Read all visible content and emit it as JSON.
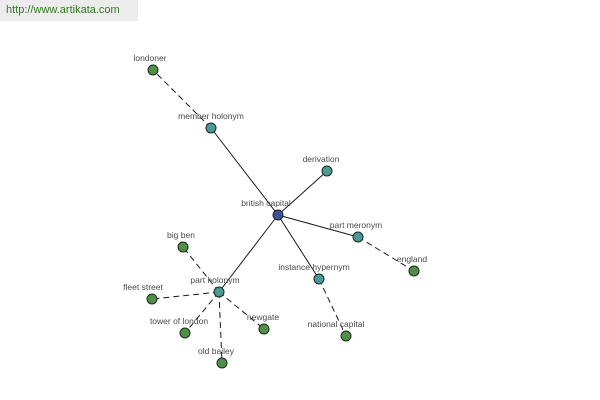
{
  "header": {
    "url": "http://www.artikata.com"
  },
  "colors": {
    "center": "#3f4f9a",
    "relation": "#4a9a9a",
    "term": "#4f8f46"
  },
  "graph": {
    "nodes": [
      {
        "id": "british-capital",
        "label": "british capital",
        "kind": "center"
      },
      {
        "id": "member-holonym",
        "label": "member holonym",
        "kind": "relation"
      },
      {
        "id": "londoner",
        "label": "londoner",
        "kind": "term"
      },
      {
        "id": "derivation",
        "label": "derivation",
        "kind": "relation"
      },
      {
        "id": "part-meronym",
        "label": "part meronym",
        "kind": "relation"
      },
      {
        "id": "england",
        "label": "england",
        "kind": "term"
      },
      {
        "id": "instance-hypernym",
        "label": "instance hypernym",
        "kind": "relation"
      },
      {
        "id": "national-capital",
        "label": "national capital",
        "kind": "term"
      },
      {
        "id": "part-holonym",
        "label": "part holonym",
        "kind": "relation"
      },
      {
        "id": "big-ben",
        "label": "big ben",
        "kind": "term"
      },
      {
        "id": "fleet-street",
        "label": "fleet street",
        "kind": "term"
      },
      {
        "id": "tower-of-london",
        "label": "tower of london",
        "kind": "term"
      },
      {
        "id": "old-bailey",
        "label": "old bailey",
        "kind": "term"
      },
      {
        "id": "newgate",
        "label": "newgate",
        "kind": "term"
      }
    ],
    "edges": [
      {
        "from": "british-capital",
        "to": "member-holonym",
        "style": "solid"
      },
      {
        "from": "british-capital",
        "to": "derivation",
        "style": "solid"
      },
      {
        "from": "british-capital",
        "to": "part-meronym",
        "style": "solid"
      },
      {
        "from": "british-capital",
        "to": "instance-hypernym",
        "style": "solid"
      },
      {
        "from": "british-capital",
        "to": "part-holonym",
        "style": "solid"
      },
      {
        "from": "member-holonym",
        "to": "londoner",
        "style": "dashed"
      },
      {
        "from": "part-meronym",
        "to": "england",
        "style": "dashed"
      },
      {
        "from": "instance-hypernym",
        "to": "national-capital",
        "style": "dashed"
      },
      {
        "from": "part-holonym",
        "to": "big-ben",
        "style": "dashed"
      },
      {
        "from": "part-holonym",
        "to": "fleet-street",
        "style": "dashed"
      },
      {
        "from": "part-holonym",
        "to": "tower-of-london",
        "style": "dashed"
      },
      {
        "from": "part-holonym",
        "to": "old-bailey",
        "style": "dashed"
      },
      {
        "from": "part-holonym",
        "to": "newgate",
        "style": "dashed"
      }
    ]
  }
}
